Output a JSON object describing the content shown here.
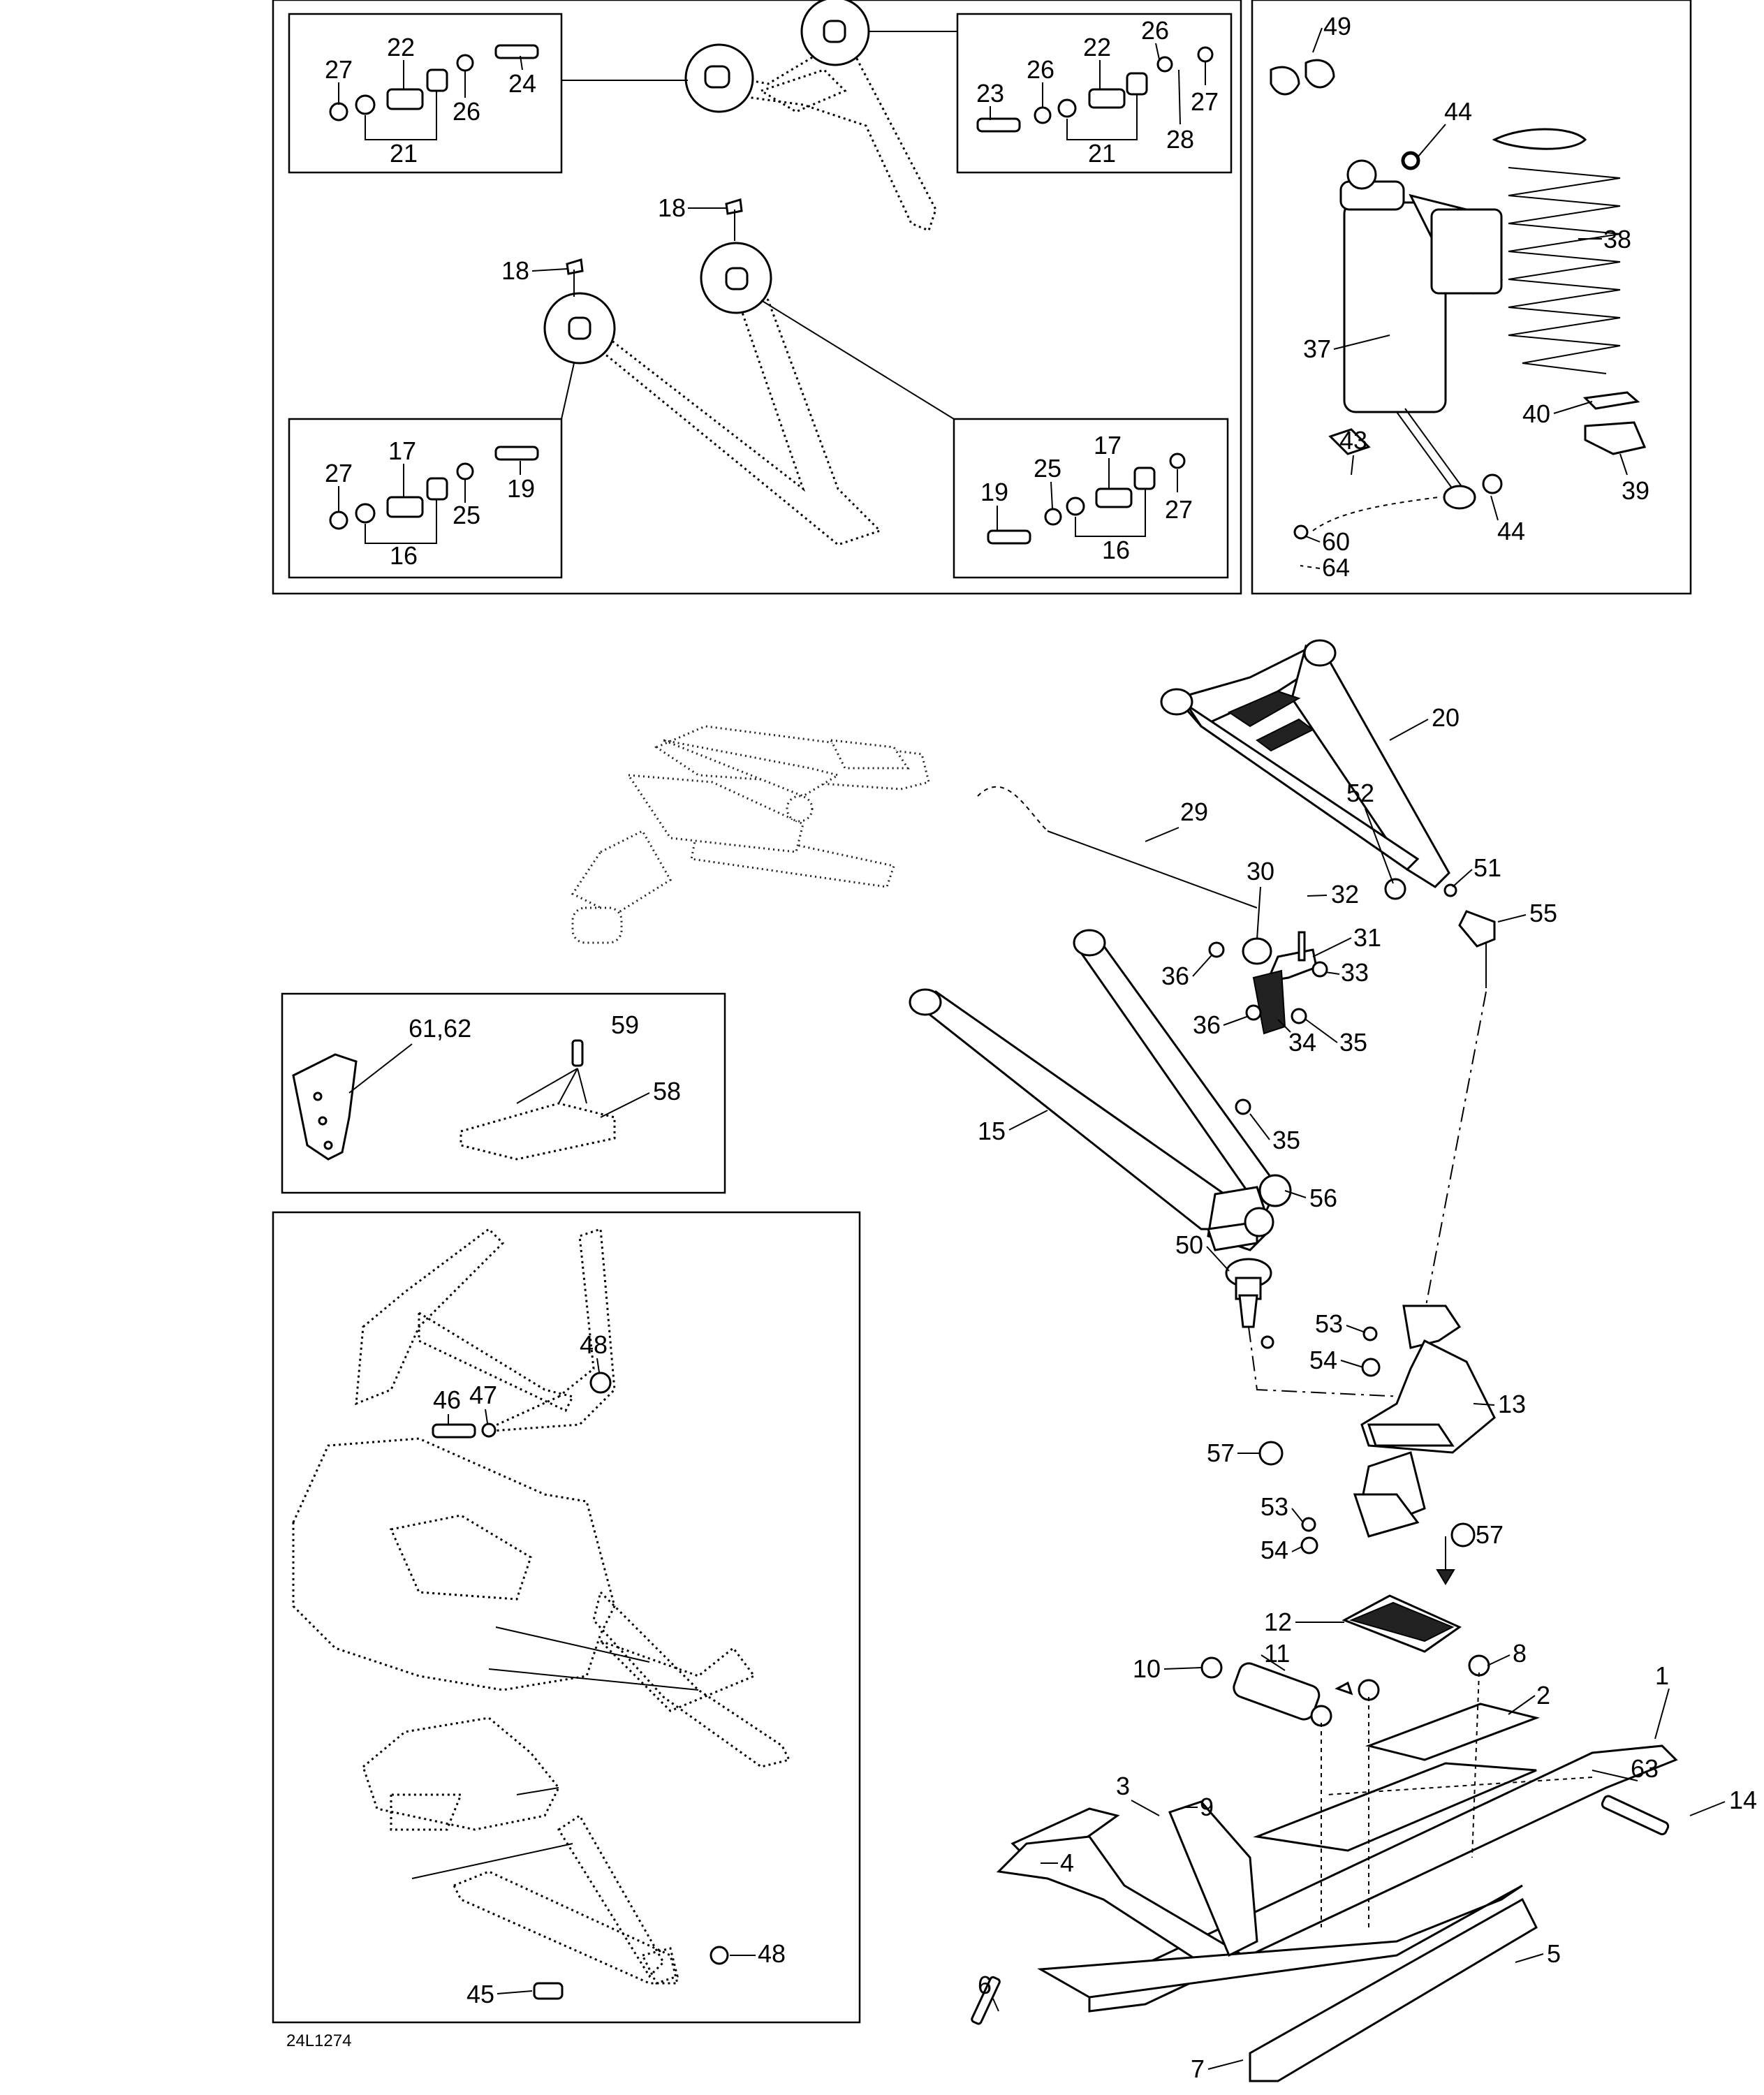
{
  "diagram": {
    "code": "24L1274",
    "callouts": [
      {
        "label": "27"
      },
      {
        "label": "22"
      },
      {
        "label": "24"
      },
      {
        "label": "26"
      },
      {
        "label": "21"
      },
      {
        "label": "26"
      },
      {
        "label": "22"
      },
      {
        "label": "26"
      },
      {
        "label": "23"
      },
      {
        "label": "27"
      },
      {
        "label": "28"
      },
      {
        "label": "21"
      },
      {
        "label": "18"
      },
      {
        "label": "18"
      },
      {
        "label": "27"
      },
      {
        "label": "17"
      },
      {
        "label": "19"
      },
      {
        "label": "25"
      },
      {
        "label": "16"
      },
      {
        "label": "17"
      },
      {
        "label": "25"
      },
      {
        "label": "19"
      },
      {
        "label": "27"
      },
      {
        "label": "16"
      },
      {
        "label": "49"
      },
      {
        "label": "44"
      },
      {
        "label": "38"
      },
      {
        "label": "37"
      },
      {
        "label": "40"
      },
      {
        "label": "43"
      },
      {
        "label": "39"
      },
      {
        "label": "60"
      },
      {
        "label": "44"
      },
      {
        "label": "64"
      },
      {
        "label": "20"
      },
      {
        "label": "29"
      },
      {
        "label": "52"
      },
      {
        "label": "51"
      },
      {
        "label": "30"
      },
      {
        "label": "32"
      },
      {
        "label": "55"
      },
      {
        "label": "31"
      },
      {
        "label": "36"
      },
      {
        "label": "33"
      },
      {
        "label": "36"
      },
      {
        "label": "34"
      },
      {
        "label": "35"
      },
      {
        "label": "15"
      },
      {
        "label": "35"
      },
      {
        "label": "56"
      },
      {
        "label": "50"
      },
      {
        "label": "53"
      },
      {
        "label": "54"
      },
      {
        "label": "13"
      },
      {
        "label": "57"
      },
      {
        "label": "53"
      },
      {
        "label": "57"
      },
      {
        "label": "54"
      },
      {
        "label": "12"
      },
      {
        "label": "10"
      },
      {
        "label": "11"
      },
      {
        "label": "8"
      },
      {
        "label": "2"
      },
      {
        "label": "1"
      },
      {
        "label": "3"
      },
      {
        "label": "9"
      },
      {
        "label": "63"
      },
      {
        "label": "4"
      },
      {
        "label": "14"
      },
      {
        "label": "5"
      },
      {
        "label": "6"
      },
      {
        "label": "7"
      },
      {
        "label": "61,62"
      },
      {
        "label": "59"
      },
      {
        "label": "58"
      },
      {
        "label": "48"
      },
      {
        "label": "46"
      },
      {
        "label": "47"
      },
      {
        "label": "45"
      },
      {
        "label": "48"
      }
    ]
  }
}
